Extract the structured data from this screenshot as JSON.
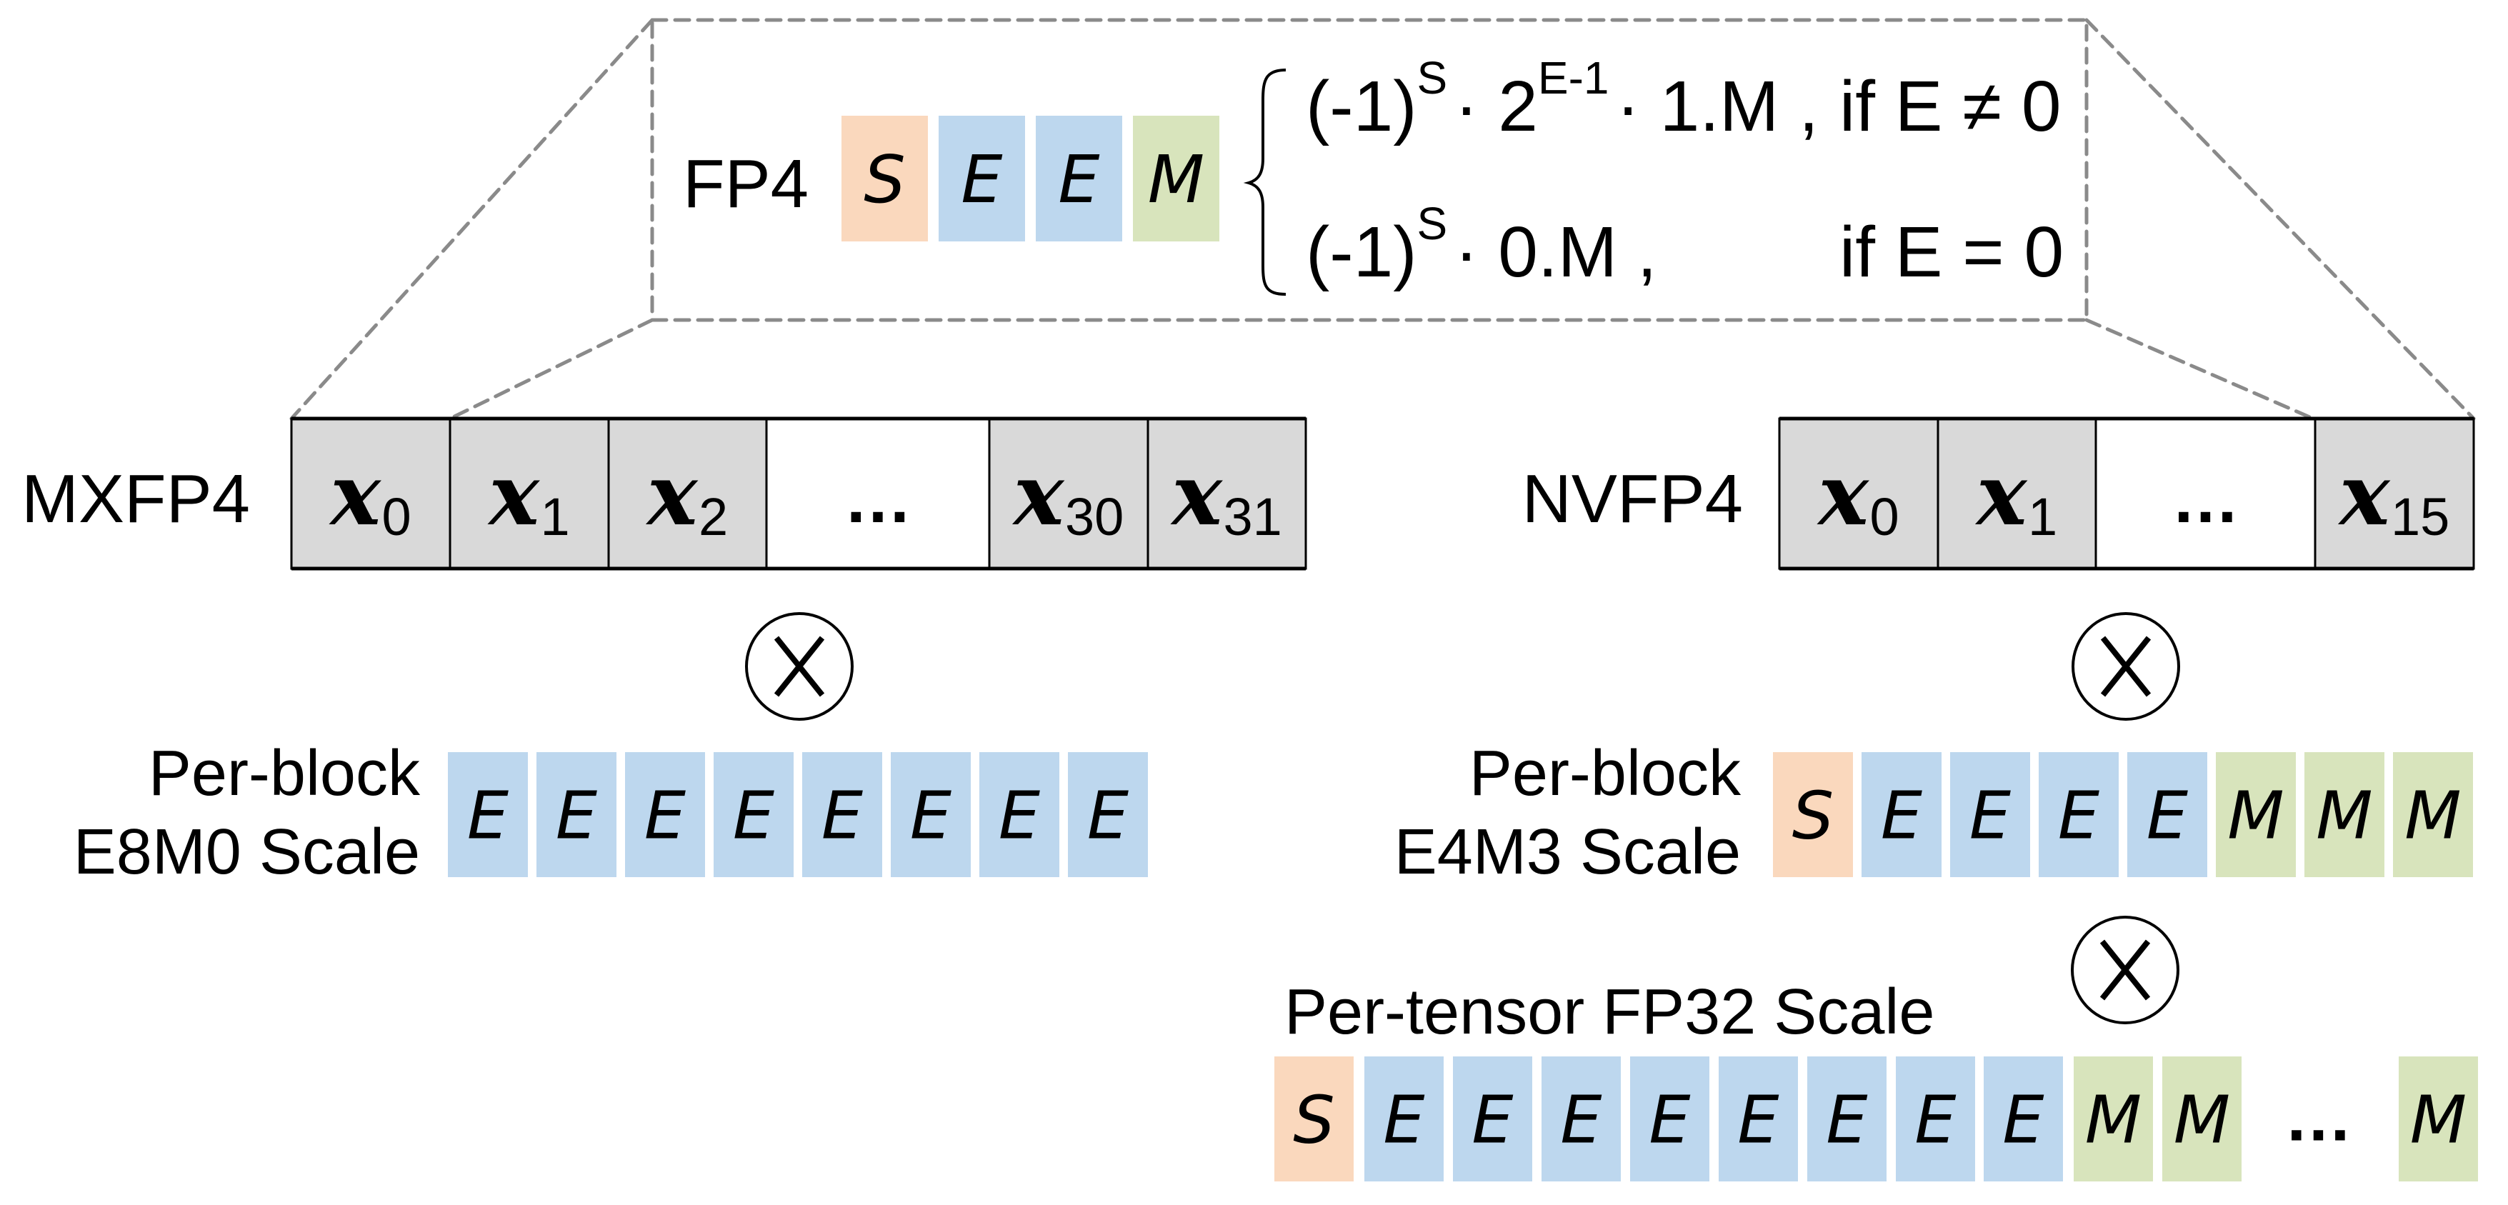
{
  "colors": {
    "sign": "#FAD8BD",
    "exponent": "#BDD7EE",
    "mantissa": "#D8E4BC",
    "element": "#D9D9D9",
    "ellipsis_cell": "#FFFFFF",
    "guide_line": "#8A8A8A"
  },
  "fp4": {
    "label": "FP4",
    "bits": [
      "S",
      "E",
      "E",
      "M"
    ],
    "formula": [
      {
        "base": "(-1)",
        "sup1": "S",
        "mid": "· 2",
        "sup2": "E-1",
        "tail": "· 1.M ,",
        "cond": "if E ≠ 0"
      },
      {
        "base": "(-1)",
        "sup1": "S",
        "mid": "· 0.M ,",
        "sup2": "",
        "tail": "",
        "cond": "if E = 0"
      }
    ]
  },
  "mxfp4": {
    "label": "MXFP4",
    "elements": [
      {
        "sym": "x",
        "sub": "0"
      },
      {
        "sym": "x",
        "sub": "1"
      },
      {
        "sym": "x",
        "sub": "2"
      },
      {
        "sym": "…",
        "sub": ""
      },
      {
        "sym": "x",
        "sub": "30"
      },
      {
        "sym": "x",
        "sub": "31"
      }
    ],
    "multiply_symbol": "⊗",
    "scale_label_line1": "Per-block",
    "scale_label_line2": "E8M0 Scale",
    "scale_bits": [
      "E",
      "E",
      "E",
      "E",
      "E",
      "E",
      "E",
      "E"
    ]
  },
  "nvfp4": {
    "label": "NVFP4",
    "elements": [
      {
        "sym": "x",
        "sub": "0"
      },
      {
        "sym": "x",
        "sub": "1"
      },
      {
        "sym": "…",
        "sub": ""
      },
      {
        "sym": "x",
        "sub": "15"
      }
    ],
    "multiply_symbol": "⊗",
    "scale_label_line1": "Per-block",
    "scale_label_line2": "E4M3 Scale",
    "scale_bits": [
      "S",
      "E",
      "E",
      "E",
      "E",
      "M",
      "M",
      "M"
    ],
    "tensor_multiply_symbol": "⊗",
    "tensor_scale_label": "Per-tensor FP32 Scale",
    "tensor_scale_bits": [
      "S",
      "E",
      "E",
      "E",
      "E",
      "E",
      "E",
      "E",
      "E",
      "M",
      "M",
      "…",
      "M"
    ]
  }
}
